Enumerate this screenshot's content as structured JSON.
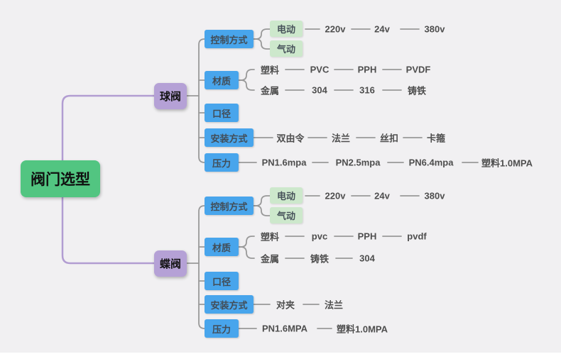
{
  "colors": {
    "root_green": "#52c581",
    "branch_purple": "#b5a1d6",
    "category_blue": "#48a5ec",
    "leaf_green": "#cde8cc",
    "connector_gray": "#999999",
    "connector_purple": "#b29dd2"
  },
  "root": {
    "label": "阀门选型"
  },
  "ball": {
    "label": "球阀",
    "control": {
      "label": "控制方式",
      "electric": "电动",
      "pneumatic": "气动",
      "volts": [
        "220v",
        "24v",
        "380v"
      ]
    },
    "material": {
      "label": "材质",
      "plastic": "塑料",
      "plastic_chain": [
        "PVC",
        "PPH",
        "PVDF"
      ],
      "metal": "金属",
      "metal_chain": [
        "304",
        "316",
        "铸铁"
      ]
    },
    "diameter": {
      "label": "口径"
    },
    "install": {
      "label": "安装方式",
      "chain": [
        "双由令",
        "法兰",
        "丝扣",
        "卡箍"
      ]
    },
    "pressure": {
      "label": "压力",
      "chain": [
        "PN1.6mpa",
        "PN2.5mpa",
        "PN6.4mpa",
        "塑料1.0MPA"
      ]
    }
  },
  "butterfly": {
    "label": "蝶阀",
    "control": {
      "label": "控制方式",
      "electric": "电动",
      "pneumatic": "气动",
      "volts": [
        "220v",
        "24v",
        "380v"
      ]
    },
    "material": {
      "label": "材质",
      "plastic": "塑料",
      "plastic_chain": [
        "pvc",
        "PPH",
        "pvdf"
      ],
      "metal": "金属",
      "metal_chain": [
        "铸铁",
        "304"
      ]
    },
    "diameter": {
      "label": "口径"
    },
    "install": {
      "label": "安装方式",
      "chain": [
        "对夹",
        "法兰"
      ]
    },
    "pressure": {
      "label": "压力",
      "chain": [
        "PN1.6MPA",
        "塑料1.0MPA"
      ]
    }
  }
}
